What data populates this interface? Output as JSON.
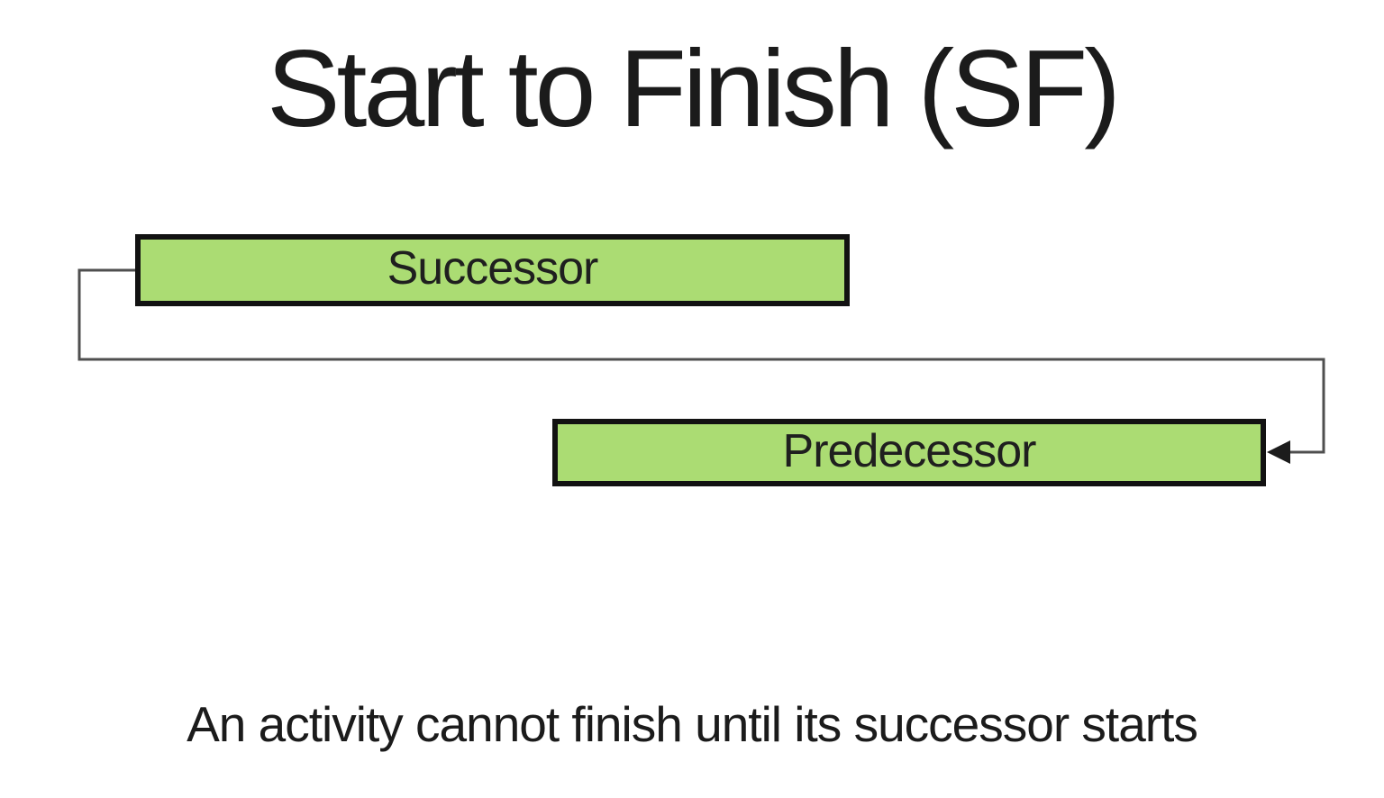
{
  "slide": {
    "title": "Start to Finish (SF)",
    "caption": "An activity cannot finish until its successor starts",
    "diagram": {
      "relationship_type": "Start to Finish (SF)",
      "successor_label": "Successor",
      "predecessor_label": "Predecessor",
      "connector_from": "start of Successor (left edge)",
      "connector_to": "finish of Predecessor (right edge, arrowhead pointing left)"
    },
    "colors": {
      "background": "#ffffff",
      "bar-fill": "#abdc73",
      "bar-border": "#121212",
      "connector": "#4f4f4f",
      "arrowhead": "#1c1c1c",
      "title-text": "#1b1b1b",
      "label-text": "#1f1f1f"
    }
  }
}
